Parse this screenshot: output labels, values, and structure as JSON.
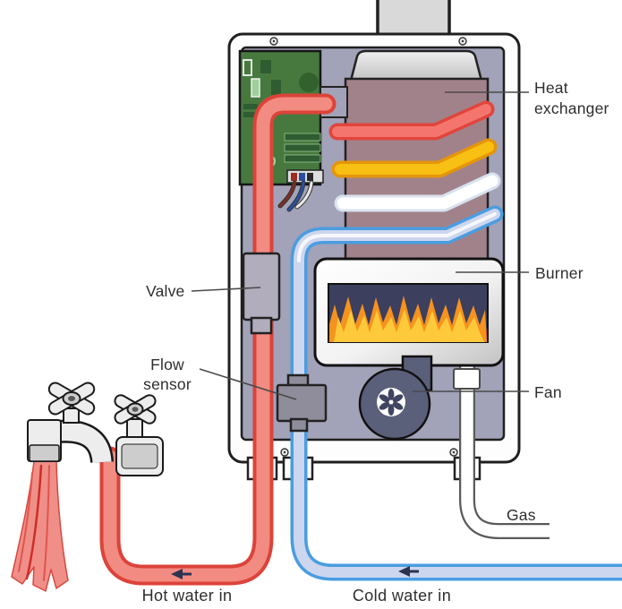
{
  "labels": {
    "heat_exchanger_line1": "Heat",
    "heat_exchanger_line2": "exchanger",
    "burner": "Burner",
    "fan": "Fan",
    "valve": "Valve",
    "flow_sensor_line1": "Flow",
    "flow_sensor_line2": "sensor",
    "gas": "Gas",
    "hot_water_in": "Hot water in",
    "cold_water_in": "Cold water in"
  },
  "colors": {
    "case_interior": "#a2a2b8",
    "case_frame": "#fdfdfd",
    "heat_exchanger_body": "#a2828a",
    "heat_exchanger_cap": "#d6d6d6",
    "pcb_green": "#47793f",
    "fan_body": "#5a5f7a",
    "burner_window": "#3c3f5e",
    "flame_orange": "#f6921e",
    "flame_yellow": "#ffc93c",
    "flame_base_red": "#c8281f",
    "hot_pipe_edge": "#dc4339",
    "hot_pipe_fill": "#f28b82",
    "cold_pipe_edge": "#4a9de0",
    "cold_pipe_fill": "#ccd6ee",
    "zigzag_yellow_edge": "#e5950b",
    "zigzag_yellow_fill": "#f7c012",
    "zigzag_white_edge": "#d9e2ef",
    "zigzag_white_fill": "#ffffff",
    "valve_gray": "#b2adbd",
    "flow_sensor_gray": "#8f8c9b",
    "label_text": "#2e2e2e"
  }
}
